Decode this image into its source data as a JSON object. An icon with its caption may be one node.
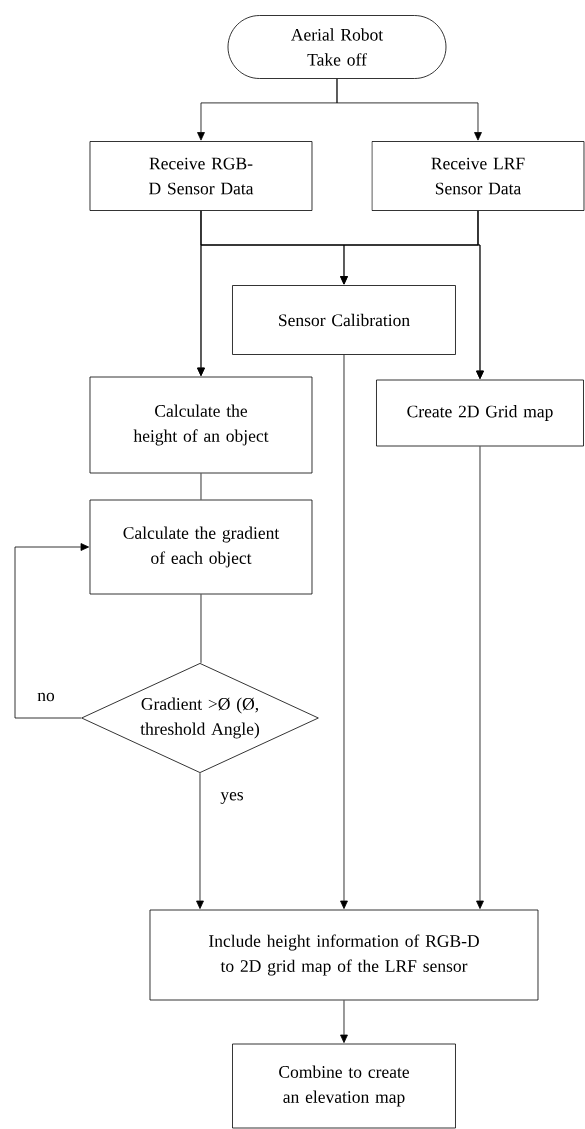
{
  "diagram": {
    "nodes": [
      {
        "text": [
          "Aerial Robot Take off"
        ]
      },
      {
        "text": [
          "Receive RGB-D Sensor Data"
        ]
      },
      {
        "text": [
          "Receive LRF Sensor Data"
        ]
      },
      {
        "text": [
          "Sensor Calibration"
        ]
      },
      {
        "text": [
          "Calculate the height of an object"
        ]
      },
      {
        "text": [
          "Create 2D Grid map"
        ]
      },
      {
        "text": [
          "Calculate the gradient of each object"
        ]
      },
      {
        "text": [
          "Gradient >Ø (Ø, threshold Angle)"
        ]
      },
      {
        "text": [
          "Include height information of RGB-D to 2D grid map of the LRF sensor"
        ]
      },
      {
        "text": [
          "Combine to create an elevation map"
        ]
      }
    ],
    "edges": [
      {
        "from": 0,
        "to": 1,
        "arrow": "to"
      },
      {
        "from": 0,
        "to": 2,
        "arrow": "to"
      },
      {
        "from": 1,
        "to": 4,
        "arrow": "to"
      },
      {
        "from": 1,
        "to": 3,
        "arrow": "to"
      },
      {
        "from": 1,
        "to": 5,
        "arrow": "to"
      },
      {
        "from": 2,
        "to": 4,
        "arrow": "to"
      },
      {
        "from": 2,
        "to": 3,
        "arrow": "to"
      },
      {
        "from": 2,
        "to": 5,
        "arrow": "to"
      },
      {
        "from": 4,
        "to": 6,
        "arrow": "none"
      },
      {
        "from": 6,
        "to": 7,
        "arrow": "none"
      },
      {
        "from": 7,
        "to": 6,
        "arrow": "to",
        "label": "no"
      },
      {
        "from": 7,
        "to": 8,
        "arrow": "to",
        "label": "yes"
      },
      {
        "from": 3,
        "to": 8,
        "arrow": "to"
      },
      {
        "from": 5,
        "to": 8,
        "arrow": "to"
      },
      {
        "from": 8,
        "to": 9,
        "arrow": "to"
      }
    ]
  }
}
